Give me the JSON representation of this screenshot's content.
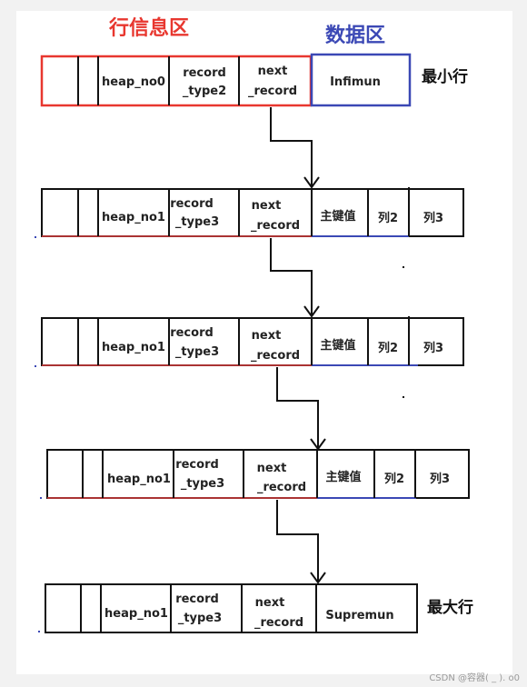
{
  "headers": {
    "row_info": "行信息区",
    "data_area": "数据区"
  },
  "row_labels": {
    "min": "最小行",
    "max": "最大行"
  },
  "rows": [
    {
      "heap": "heap_no0",
      "record_type": [
        "record",
        "_type2"
      ],
      "next": [
        "next",
        "_record"
      ],
      "data": [
        "Infimun"
      ]
    },
    {
      "heap": "heap_no1",
      "record_type": [
        "record",
        "_type3"
      ],
      "next": [
        "next",
        "_record"
      ],
      "data": [
        "主键值",
        "列2",
        "列3"
      ]
    },
    {
      "heap": "heap_no1",
      "record_type": [
        "record",
        "_type3"
      ],
      "next": [
        "next",
        "_record"
      ],
      "data": [
        "主键值",
        "列2",
        "列3"
      ]
    },
    {
      "heap": "heap_no1",
      "record_type": [
        "record",
        "_type3"
      ],
      "next": [
        "next",
        "_record"
      ],
      "data": [
        "主键值",
        "列2",
        "列3"
      ]
    },
    {
      "heap": "heap_no1",
      "record_type": [
        "record",
        "_type3"
      ],
      "next": [
        "next",
        "_record"
      ],
      "data": [
        "Supremun"
      ]
    }
  ],
  "watermark": "CSDN @容器(  _  ). o0",
  "colors": {
    "info_red": "#e8372f",
    "data_blue": "#3b48b5",
    "line": "#111111"
  }
}
